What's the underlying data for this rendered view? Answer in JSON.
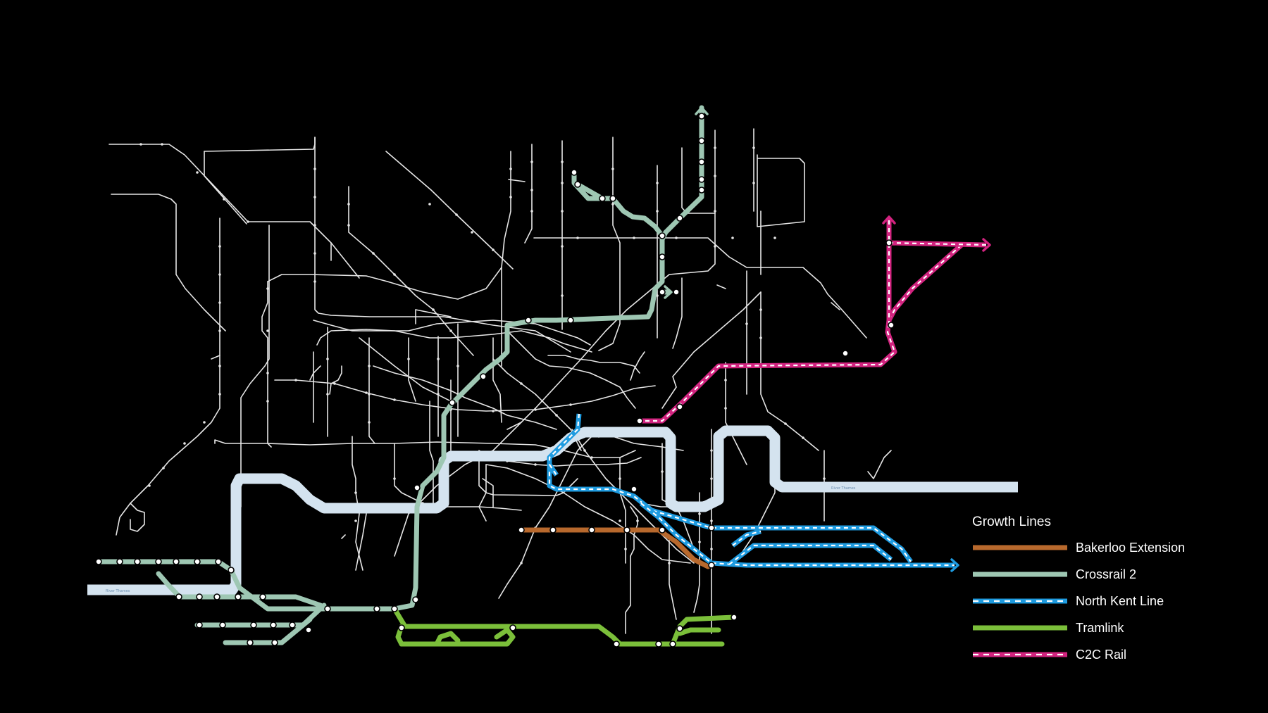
{
  "map": {
    "river_name": "River Thames"
  },
  "legend": {
    "title": "Growth Lines",
    "items": [
      {
        "key": "bakerloo",
        "label": "Bakerloo Extension",
        "color": "#b8692d",
        "style": "solid"
      },
      {
        "key": "crossrail2",
        "label": "Crossrail 2",
        "color": "#9ec7b3",
        "style": "solid"
      },
      {
        "key": "northkent",
        "label": "North Kent Line",
        "color": "#1e9be0",
        "style": "dashed"
      },
      {
        "key": "tramlink",
        "label": "Tramlink",
        "color": "#7bbf3a",
        "style": "solid"
      },
      {
        "key": "c2c",
        "label": "C2C Rail",
        "color": "#d2237f",
        "style": "dashed"
      }
    ]
  },
  "colors": {
    "background": "#000000",
    "network": "#e6e6e6",
    "river": "#d4e3ef"
  }
}
